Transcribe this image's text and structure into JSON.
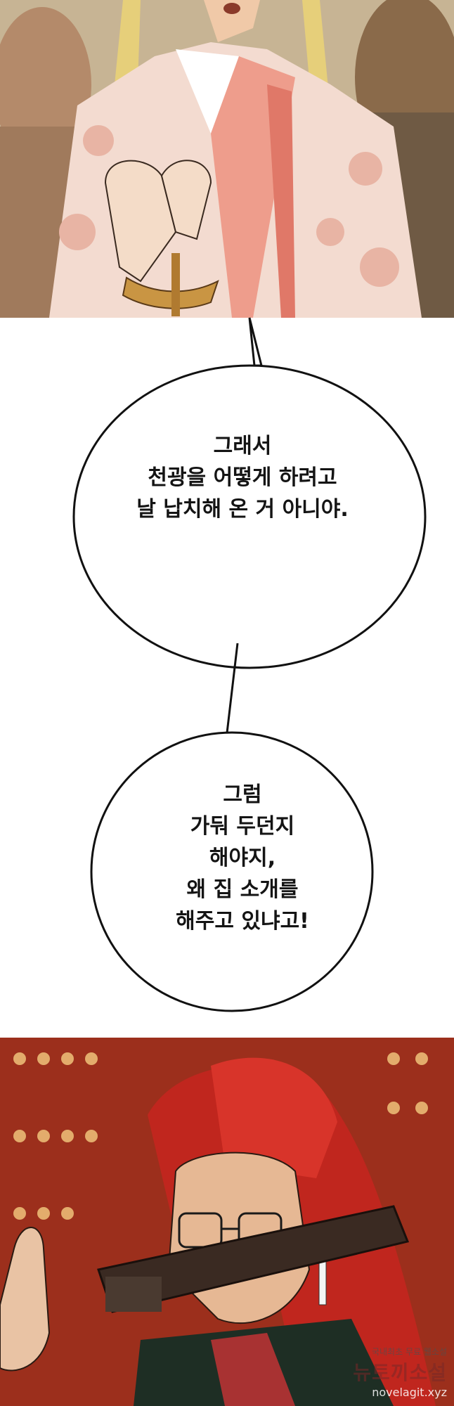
{
  "speech_bubbles": [
    {
      "lines": [
        "그래서",
        "천광을 어떻게 하려고",
        "날 납치해 온 거 아니야."
      ]
    },
    {
      "lines": [
        "그럼",
        "가둬 두던지",
        "해야지,",
        "왜 집 소개를",
        "해주고 있냐고!"
      ]
    }
  ],
  "watermark": {
    "tagline": "국내최초 무료 웹소설",
    "brand": "뉴토끼소설",
    "url": "novelagit.xyz"
  },
  "colors": {
    "background": "#ffffff",
    "bubble_fill": "#ffffff",
    "bubble_stroke": "#111111",
    "hair_red": "#c0261e",
    "robe_pink": "#f1cfc2",
    "wall_red": "#a8341f"
  }
}
